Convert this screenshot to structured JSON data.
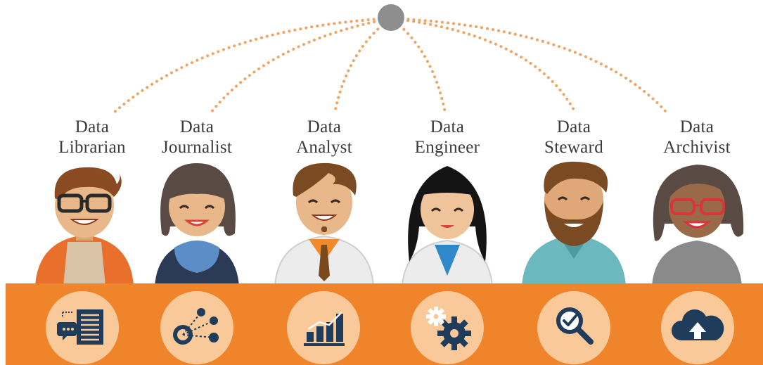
{
  "colors": {
    "bar": "#f0842a",
    "badge": "#f9c99a",
    "icon": "#1f3c5a",
    "hub": "#8e8e8e",
    "dots": "#f0a463",
    "skin": "#e8b88a"
  },
  "roles": [
    {
      "line1": "Data",
      "line2": "Librarian",
      "icon": "document-chat-icon"
    },
    {
      "line1": "Data",
      "line2": "Journalist",
      "icon": "network-nodes-icon"
    },
    {
      "line1": "Data",
      "line2": "Analyst",
      "icon": "bar-chart-icon"
    },
    {
      "line1": "Data",
      "line2": "Engineer",
      "icon": "gears-icon"
    },
    {
      "line1": "Data",
      "line2": "Steward",
      "icon": "magnifier-check-icon"
    },
    {
      "line1": "Data",
      "line2": "Archivist",
      "icon": "cloud-upload-icon"
    }
  ]
}
